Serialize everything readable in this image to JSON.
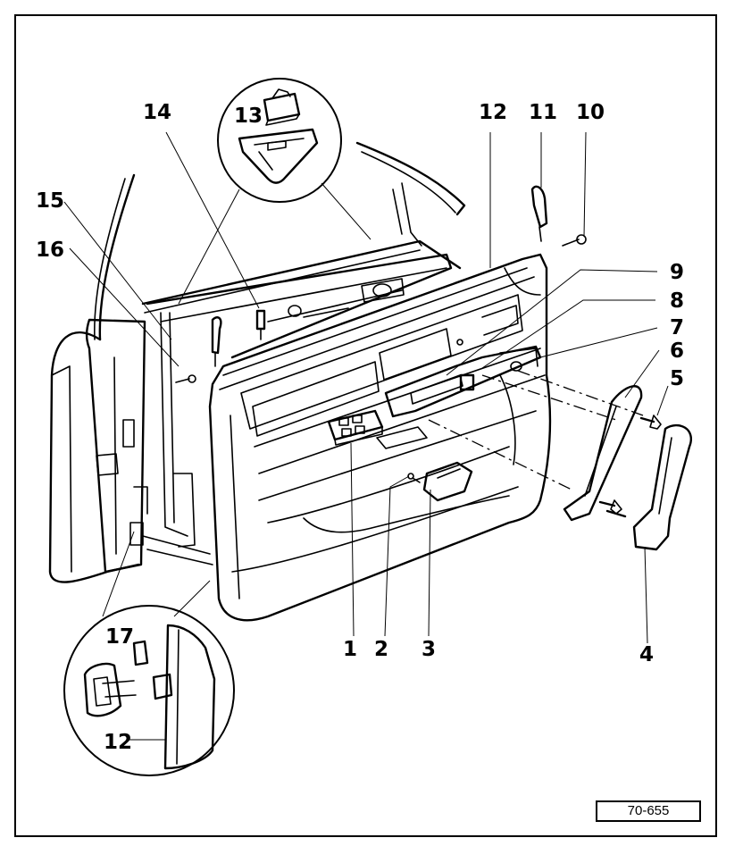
{
  "figure_ref": "70-655",
  "callouts": {
    "c1": "1",
    "c2": "2",
    "c3": "3",
    "c4": "4",
    "c5": "5",
    "c6": "6",
    "c7": "7",
    "c8": "8",
    "c9": "9",
    "c10": "10",
    "c11": "11",
    "c12": "12",
    "c13": "13",
    "c14": "14",
    "c15": "15",
    "c16": "16",
    "c17": "17",
    "c12b": "12"
  }
}
